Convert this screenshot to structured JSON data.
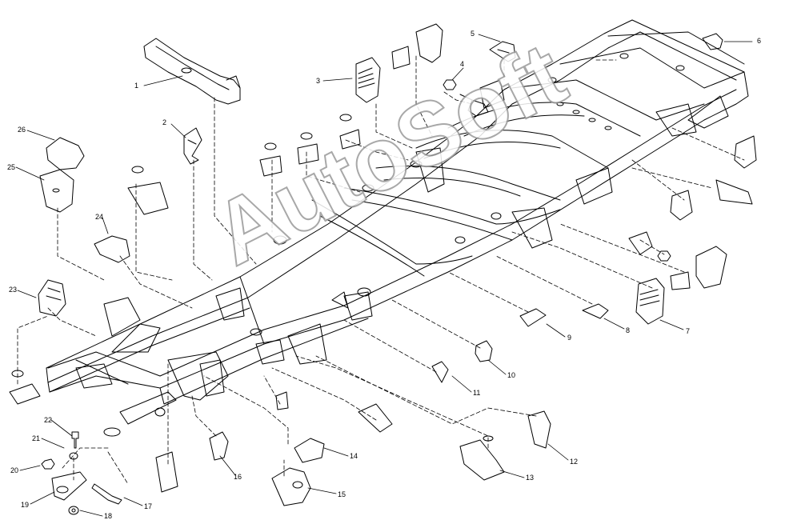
{
  "diagram": {
    "watermark": "AutoSoft",
    "callouts": [
      "1",
      "2",
      "3",
      "4",
      "5",
      "6",
      "7",
      "8",
      "9",
      "10",
      "11",
      "12",
      "13",
      "14",
      "15",
      "16",
      "17",
      "18",
      "19",
      "20",
      "21",
      "22",
      "23",
      "24",
      "25",
      "26"
    ]
  }
}
